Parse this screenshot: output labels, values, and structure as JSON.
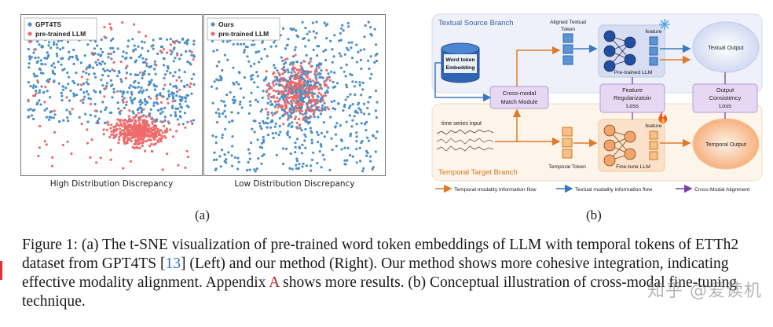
{
  "panel_a": {
    "left_plot": {
      "legend": [
        "GPT4TS",
        "pre-trained LLM"
      ],
      "title": "High Distribution Discrepancy"
    },
    "right_plot": {
      "legend": [
        "Ours",
        "pre-trained LLM"
      ],
      "title": "Low Distribution Discrepancy"
    },
    "label": "(a)",
    "colors": {
      "series1": "#4a90c8",
      "series2": "#ef6b6b"
    }
  },
  "panel_b": {
    "label": "(b)",
    "textual_branch": "Textual Source Branch",
    "temporal_branch": "Temporal Target Branch",
    "word_token_embedding": [
      "Word token",
      "Embedding"
    ],
    "aligned_textual_token": [
      "Aligned Textual",
      "Token"
    ],
    "feature_top": "feature",
    "pretrained_llm": "Pre-trained LLM",
    "textual_output": "Textual Output",
    "cross_modal_match": [
      "Cross-modal",
      "Match Module"
    ],
    "feature_reg_loss": [
      "Feature",
      "Regularizatoin",
      "Loss"
    ],
    "output_consistency_loss": [
      "Output",
      "Consistency",
      "Loss"
    ],
    "time_series_input": "time series input",
    "temporal_token": "Temporal Token",
    "feature_bottom": "feature",
    "finetune_llm": "Fine-tune LLM",
    "temporal_output": "Temporal Output",
    "legend": [
      "Temporal modality information flow",
      "Textual modality information flow",
      "Cross-Modal Alignment"
    ],
    "icons": [
      "snowflake-icon",
      "flame-icon",
      "database-icon"
    ],
    "colors": {
      "temporal": "#e07a2a",
      "textual": "#3a78c2",
      "alignment": "#7a3fb0",
      "top_bg": "#eef0fa",
      "bottom_bg": "#fdf4ea",
      "loss_box": "#e6d8f3"
    }
  },
  "caption": {
    "part1": "Figure 1: (a) The t-SNE visualization of pre-trained word token embeddings of LLM with temporal tokens of ETTh2 dataset from GPT4TS [",
    "ref": "13",
    "part2": "] (Left) and our method (Right). Our method shows more cohesive integration, indicating effective modality alignment. Appendix ",
    "appendix": "A",
    "part3": " shows more results. (b) Conceptual illustration of cross-modal fine-tuning technique."
  },
  "watermark": "知乎 @爱读机"
}
